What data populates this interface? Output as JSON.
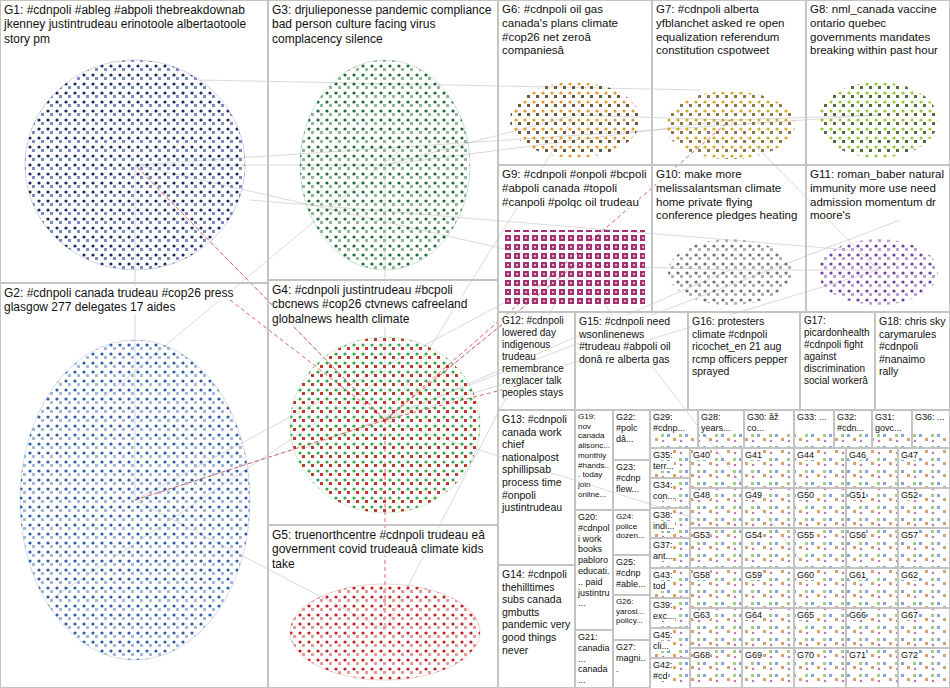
{
  "diagram": {
    "nodes": [
      {
        "text": [
          "G1: #cdnpoli #ableg #abpoli thebreakdownab jkenney justintrudeau erinotoole albertaotoole story pm"
        ]
      },
      {
        "text": [
          "G3: drjulieponesse pandemic compliance bad person culture facing virus complacency silence"
        ]
      },
      {
        "text": [
          "G6: #cdnpoli oil gas canada's plans climate #cop26 net zeroâ companiesâ"
        ]
      },
      {
        "text": [
          "G7: #cdnpoli alberta yfblanchet asked re open equalization referendum constitution cspotweet"
        ]
      },
      {
        "text": [
          "G8: nml_canada vaccine ontario quebec governments mandates breaking within past hour"
        ]
      },
      {
        "text": [
          "G9: #cdnpoli #onpoli #bcpoli #abpoli canada #topoli #canpoli #polqc oil trudeau"
        ]
      },
      {
        "text": [
          "G10: make more melissalantsman climate home private flying conference pledges heating"
        ]
      },
      {
        "text": [
          "G11: roman_baber natural immunity more use need admission momentum dr moore's"
        ]
      },
      {
        "text": [
          "G4: #cdnpoli justintrudeau #bcpoli cbcnews #cop26 ctvnews cafreeland globalnews health climate"
        ]
      },
      {
        "text": [
          "G12: #cdnpoli lowered day indigenous trudeau remembrance rexglacer talk peoples stays"
        ]
      },
      {
        "text": [
          "G15: #cdnpoli need wsonlinenews #trudeau #abpoli oil donâ re alberta gas"
        ]
      },
      {
        "text": [
          "G16: protesters climate #cdnpoli ricochet_en 21 aug rcmp officers pepper sprayed"
        ]
      },
      {
        "text": [
          "G17: picardonhealth #cdnpoli fight against discrimination social workerâ"
        ]
      },
      {
        "text": [
          "G18: chris sky carymarules #cdnpoli #nanaimo rally"
        ]
      },
      {
        "text": [
          "G2: #cdnpoli canada trudeau #cop26 press glasgow 277 delegates 17 aides"
        ]
      },
      {
        "text": [
          "G13: #cdnpoli canada work chief nationalpost sphillipsab process time #onpoli justintrudeau"
        ]
      },
      {
        "text": [
          "G14: #cdnpoli thehilltimes subs canada gmbutts pandemic very good things never"
        ]
      },
      {
        "text": [
          "G5: truenorthcentre #cdnpoli trudeau eâ government covid trudeauâ climate kids take"
        ]
      },
      {
        "text": [
          "G19: nov canada alisonc... monthly #hands... today join online..."
        ]
      },
      {
        "text": [
          "G20: #cdnpoli work books pabloro educati... paid justintru..."
        ]
      },
      {
        "text": [
          "G21: canadia... canada..."
        ]
      },
      {
        "text": [
          "G22: #polc dâ..."
        ]
      },
      {
        "text": [
          "G23: #cdnp flew..."
        ]
      },
      {
        "text": [
          "G24: police dozen..."
        ]
      },
      {
        "text": [
          "G25: #cdnp #able..."
        ]
      },
      {
        "text": [
          "G26: yarosl... policy..."
        ]
      },
      {
        "text": [
          "G27: magni..."
        ]
      },
      {
        "text": [
          "G29: #cdnp..."
        ]
      },
      {
        "text": [
          "G28: years..."
        ]
      },
      {
        "text": [
          "G30: âž co..."
        ]
      },
      {
        "text": [
          "G33: ..."
        ]
      },
      {
        "text": [
          "G32: #cdn..."
        ]
      },
      {
        "text": [
          "G31: govc..."
        ]
      },
      {
        "text": [
          "G36: ..."
        ]
      },
      {
        "text": [
          "G35: terr..."
        ]
      },
      {
        "text": [
          "G34: con..."
        ]
      },
      {
        "text": [
          "G38: indi..."
        ]
      },
      {
        "text": [
          "G37: ant..."
        ]
      },
      {
        "text": [
          "G43: tod"
        ]
      },
      {
        "text": [
          "G39: exc..."
        ]
      },
      {
        "text": [
          "G45: cli..."
        ]
      },
      {
        "text": [
          "G42: #cd"
        ]
      },
      {
        "text": [
          "G40"
        ]
      },
      {
        "text": [
          "G41"
        ]
      },
      {
        "text": [
          "G44"
        ]
      },
      {
        "text": [
          "G46"
        ]
      },
      {
        "text": [
          "G47"
        ]
      },
      {
        "text": [
          "G48"
        ]
      },
      {
        "text": [
          "G49"
        ]
      },
      {
        "text": [
          "G50"
        ]
      },
      {
        "text": [
          "G51"
        ]
      },
      {
        "text": [
          "G52"
        ]
      },
      {
        "text": [
          "G53"
        ]
      },
      {
        "text": [
          "G54"
        ]
      },
      {
        "text": [
          "G55"
        ]
      },
      {
        "text": [
          "G56"
        ]
      },
      {
        "text": [
          "G57"
        ]
      },
      {
        "text": [
          "G58"
        ]
      },
      {
        "text": [
          "G59"
        ]
      },
      {
        "text": [
          "G60"
        ]
      },
      {
        "text": [
          "G61"
        ]
      },
      {
        "text": [
          "G62"
        ]
      },
      {
        "text": [
          "G63"
        ]
      },
      {
        "text": [
          "G64"
        ]
      },
      {
        "text": [
          "G65"
        ]
      },
      {
        "text": [
          "G66"
        ]
      },
      {
        "text": [
          "G67"
        ]
      },
      {
        "text": [
          "G68"
        ]
      },
      {
        "text": [
          "G69"
        ]
      },
      {
        "text": [
          "G70"
        ]
      },
      {
        "text": [
          "G71"
        ]
      },
      {
        "text": [
          "G72"
        ]
      }
    ]
  }
}
